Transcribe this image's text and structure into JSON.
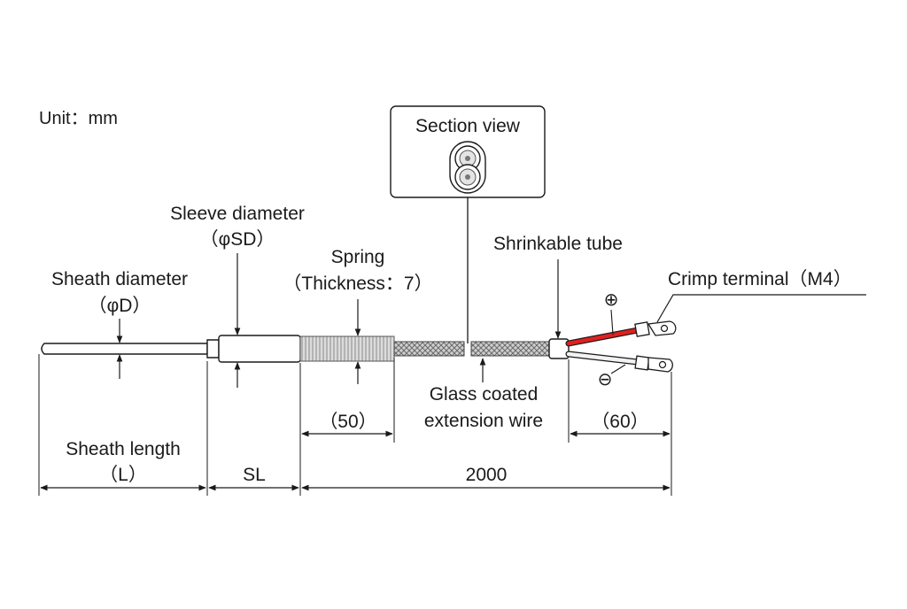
{
  "diagram": {
    "unit_label": "Unit：mm",
    "section_view": {
      "title": "Section view"
    },
    "labels": {
      "sleeve_diameter": "Sleeve diameter",
      "sleeve_diameter_symbol": "（φSD）",
      "sheath_diameter": "Sheath diameter",
      "sheath_diameter_symbol": "（φD）",
      "spring": "Spring",
      "spring_thickness": "（Thickness：7）",
      "shrinkable_tube": "Shrinkable tube",
      "crimp_terminal": "Crimp terminal（M4）",
      "plus_symbol": "⊕",
      "minus_symbol": "⊖",
      "glass_coated_line1": "Glass coated",
      "glass_coated_line2": "extension wire"
    },
    "dimensions": {
      "spring_length": "（50）",
      "lead_length": "（60）",
      "sheath_length_line1": "Sheath length",
      "sheath_length_line2": "（L）",
      "sleeve_length": "SL",
      "cable_length": "2000"
    },
    "colors": {
      "line": "#1a1a1a",
      "positive_wire": "#e02020",
      "negative_wire": "#e8e8e8",
      "spring_fill": "#d9d9d9",
      "braid_fill": "#bdbdbd"
    }
  }
}
